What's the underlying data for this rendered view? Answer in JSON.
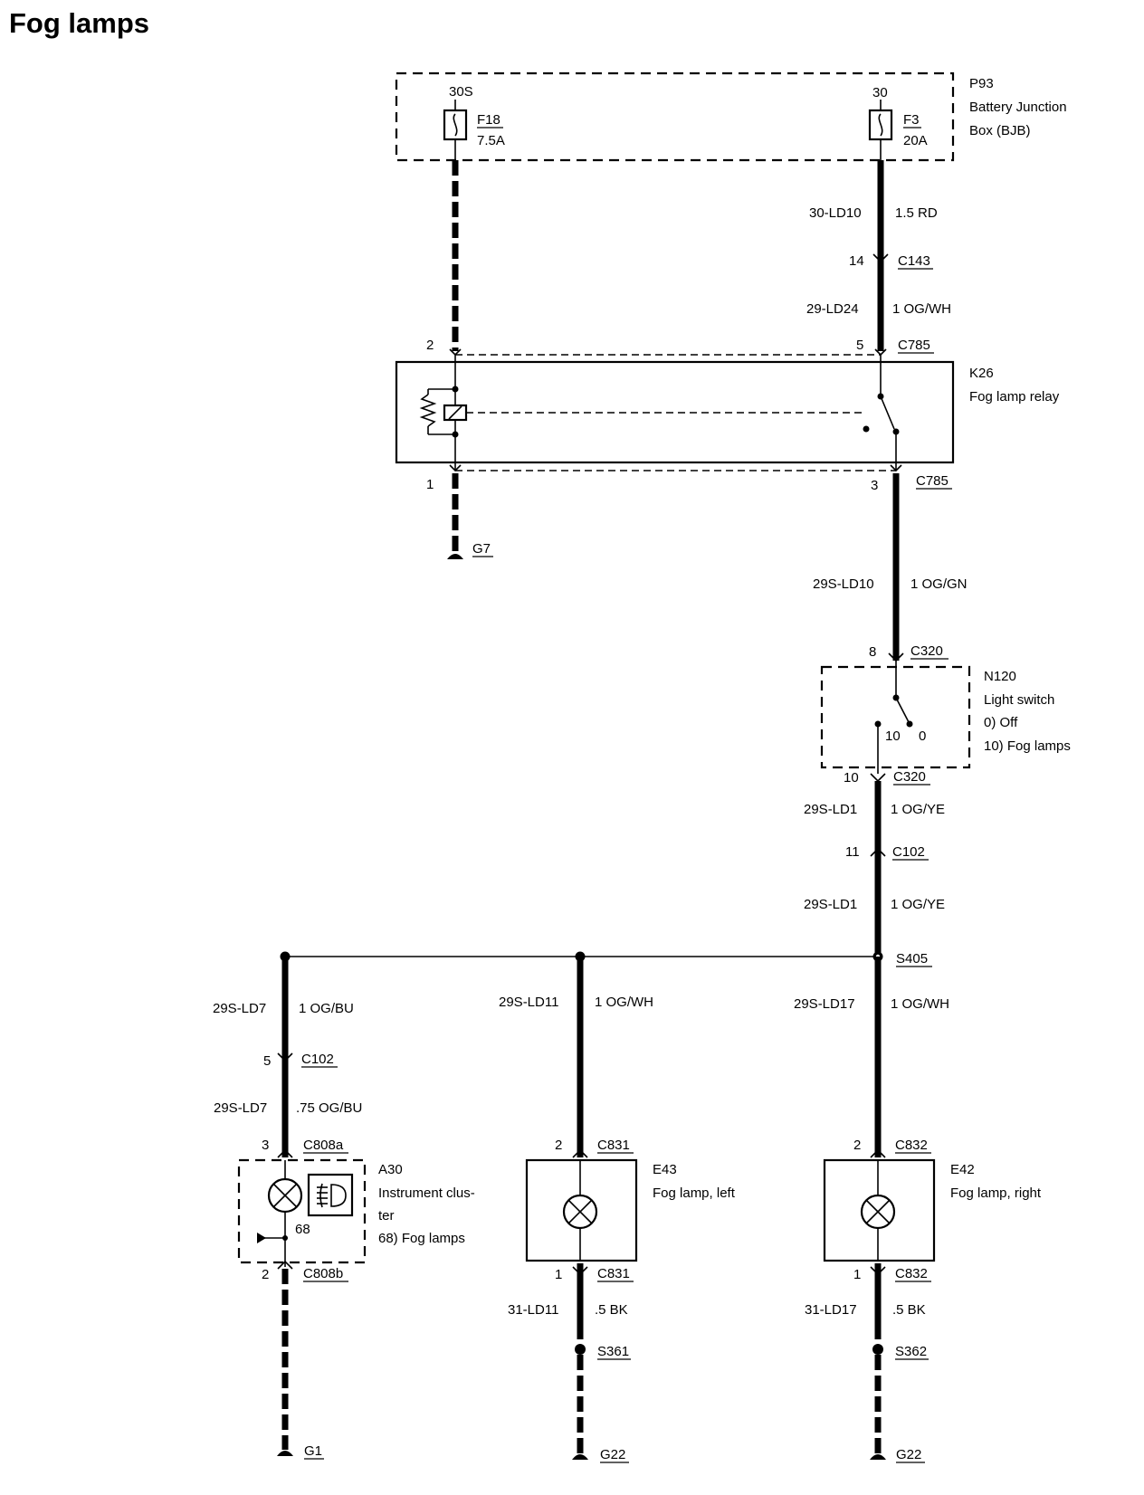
{
  "title": "Fog lamps",
  "components": {
    "bjb": {
      "id": "P93",
      "name_line1": "Battery Junction",
      "name_line2": "Box (BJB)",
      "terminal_left": "30S",
      "terminal_right": "30",
      "fuse_left": {
        "id": "F18",
        "rating": "7.5A"
      },
      "fuse_right": {
        "id": "F3",
        "rating": "20A"
      }
    },
    "relay": {
      "id": "K26",
      "name": "Fog lamp relay"
    },
    "light_switch": {
      "id": "N120",
      "name": "Light switch",
      "pos_off": "0)    Off",
      "pos_fog": "10)  Fog lamps",
      "contact_10": "10",
      "contact_0": "0"
    },
    "cluster": {
      "id": "A30",
      "name_line1": "Instrument clus-",
      "name_line2": "ter",
      "item": "68)  Fog lamps",
      "pin": "68"
    },
    "fog_left": {
      "id": "E43",
      "name": "Fog lamp, left"
    },
    "fog_right": {
      "id": "E42",
      "name": "Fog lamp, right"
    }
  },
  "wires": {
    "w1": {
      "circuit": "30-LD10",
      "spec": "1.5 RD"
    },
    "w2": {
      "circuit": "29-LD24",
      "spec": "1 OG/WH"
    },
    "w3": {
      "circuit": "29S-LD10",
      "spec": "1 OG/GN"
    },
    "w4": {
      "circuit": "29S-LD1",
      "spec": "1 OG/YE"
    },
    "w5": {
      "circuit": "29S-LD1",
      "spec": "1 OG/YE"
    },
    "w6": {
      "circuit": "29S-LD7",
      "spec": "1 OG/BU"
    },
    "w7": {
      "circuit": "29S-LD7",
      "spec": ".75 OG/BU"
    },
    "w8": {
      "circuit": "29S-LD11",
      "spec": "1 OG/WH"
    },
    "w9": {
      "circuit": "29S-LD17",
      "spec": "1 OG/WH"
    },
    "w10": {
      "circuit": "31-LD11",
      "spec": ".5 BK"
    },
    "w11": {
      "circuit": "31-LD17",
      "spec": ".5 BK"
    }
  },
  "connectors": {
    "c143": {
      "pin": "14",
      "name": "C143"
    },
    "c785_top_left": {
      "pin": "2"
    },
    "c785_top": {
      "pin": "5",
      "name": "C785"
    },
    "c785_bottom_left": {
      "pin": "1"
    },
    "c785_bottom": {
      "pin": "3",
      "name": "C785"
    },
    "c320_in": {
      "pin": "8",
      "name": "C320"
    },
    "c320_out": {
      "pin": "10",
      "name": "C320"
    },
    "c102_main": {
      "pin": "11",
      "name": "C102"
    },
    "c102_cluster": {
      "pin": "5",
      "name": "C102"
    },
    "c808a": {
      "pin": "3",
      "name": "C808a"
    },
    "c808b": {
      "pin": "2",
      "name": "C808b"
    },
    "c831_top": {
      "pin": "2",
      "name": "C831"
    },
    "c831_bottom": {
      "pin": "1",
      "name": "C831"
    },
    "c832_top": {
      "pin": "2",
      "name": "C832"
    },
    "c832_bottom": {
      "pin": "1",
      "name": "C832"
    }
  },
  "splices": {
    "s405": "S405",
    "s361": "S361",
    "s362": "S362"
  },
  "grounds": {
    "g7": "G7",
    "g1": "G1",
    "g22_left": "G22",
    "g22_right": "G22"
  }
}
